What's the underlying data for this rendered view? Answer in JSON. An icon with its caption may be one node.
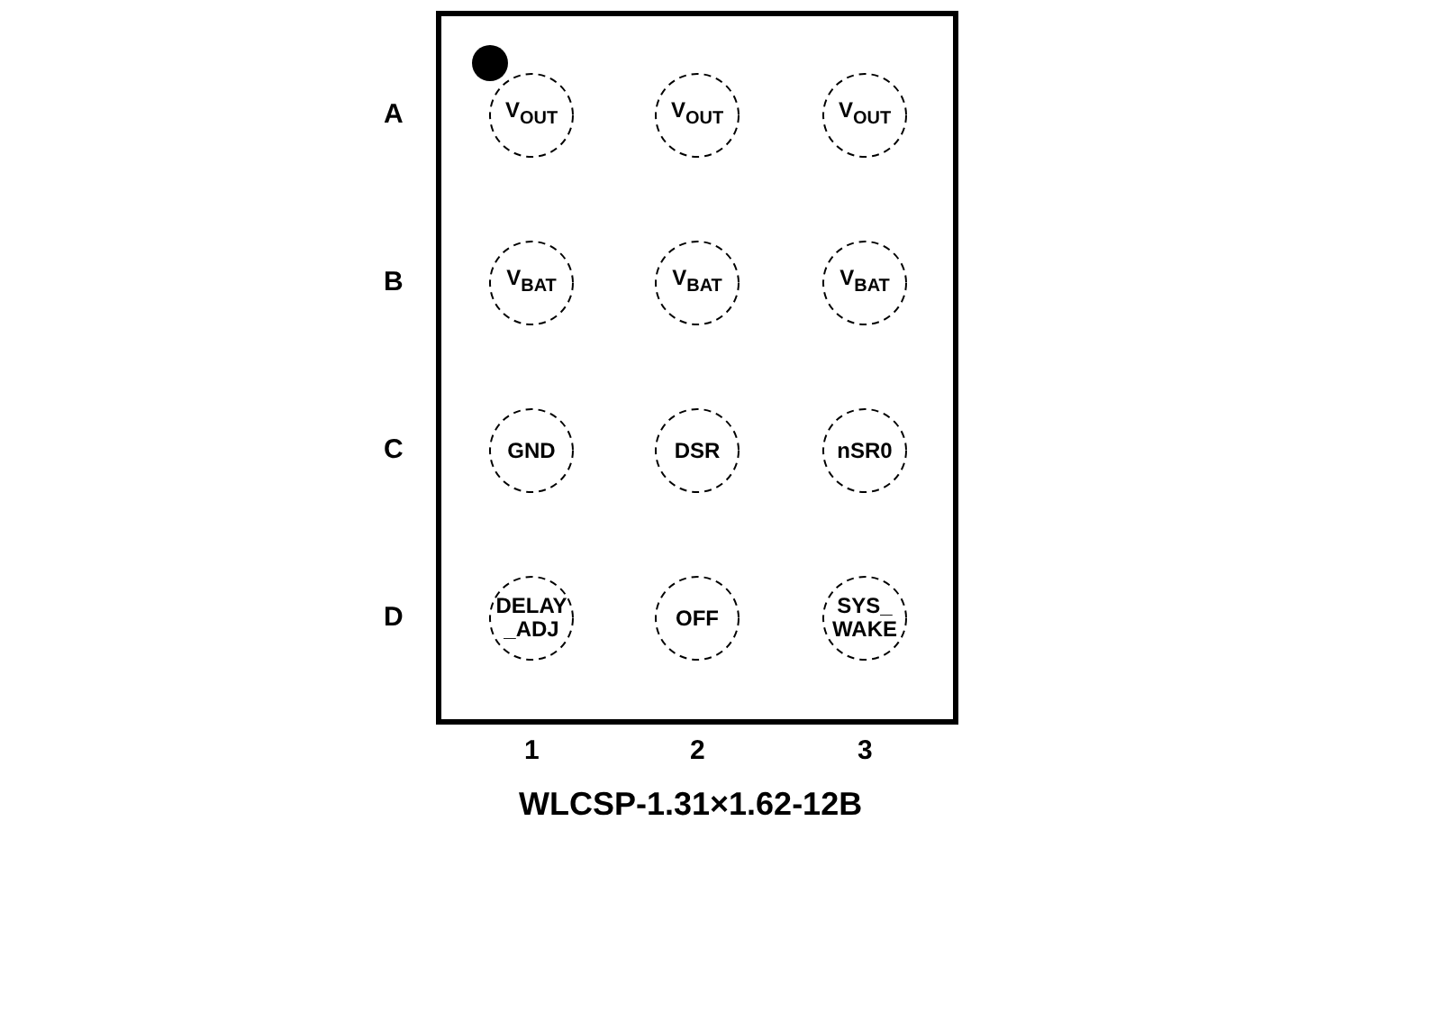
{
  "diagram": {
    "caption": "WLCSP-1.31×1.62-12B",
    "nodes": [
      {
        "text": [],
        "shape": "box"
      },
      {
        "text": [
          "V$_{OUT}$"
        ],
        "in": 0
      },
      {
        "text": [
          "V$_{OUT}$"
        ],
        "in": 0
      },
      {
        "text": [
          "V$_{OUT}$"
        ],
        "in": 0
      },
      {
        "text": [
          "V$_{BAT}$"
        ],
        "in": 0
      },
      {
        "text": [
          "V$_{BAT}$"
        ],
        "in": 0
      },
      {
        "text": [
          "V$_{BAT}$"
        ],
        "in": 0
      },
      {
        "text": [
          "GND"
        ],
        "in": 0
      },
      {
        "text": [
          "DSR"
        ],
        "in": 0
      },
      {
        "text": [
          "nSR0"
        ],
        "in": 0
      },
      {
        "text": [
          "DELAY _ADJ"
        ],
        "in": 0
      },
      {
        "text": [
          "OFF"
        ],
        "in": 0
      },
      {
        "text": [
          "SYS_ WAKE"
        ],
        "in": 0
      }
    ],
    "labels": [
      "A",
      "B",
      "C",
      "D",
      "1",
      "2",
      "3"
    ]
  }
}
